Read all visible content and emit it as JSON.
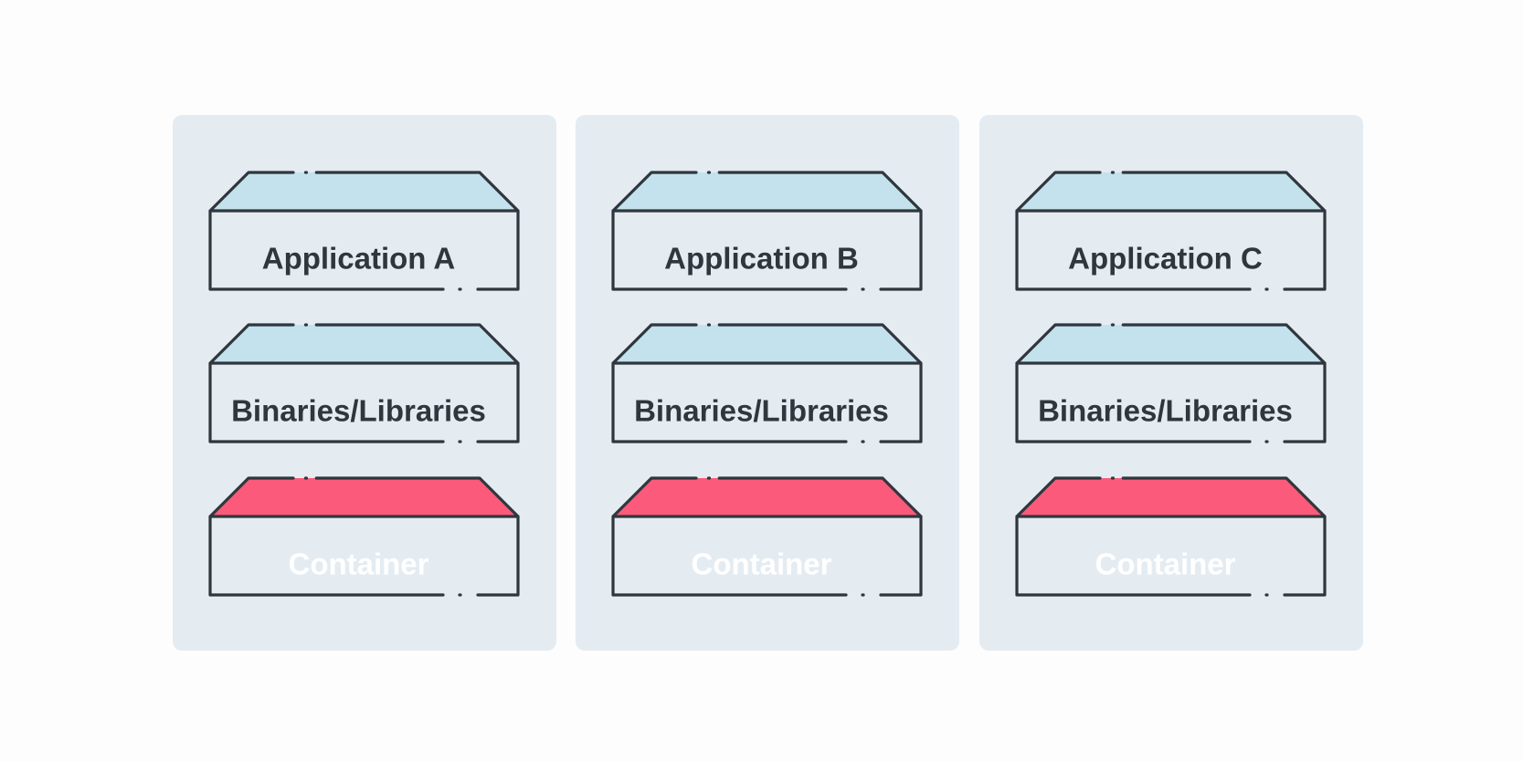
{
  "colors": {
    "background": "#fdfdfd",
    "panel": "#e4ecf2",
    "outline": "#2f373d",
    "light_top": "#c4e2ed",
    "light_band": "#ffffff",
    "light_body": "#d4eefb",
    "light_text": "#2f373d",
    "red_top": "#fb5a7a",
    "red_band": "#ff7896",
    "red_body": "#fb5a7a",
    "red_text": "#ffffff"
  },
  "stacks": [
    {
      "application": "Application A",
      "binaries": "Binaries/Libraries",
      "container": "Container"
    },
    {
      "application": "Application B",
      "binaries": "Binaries/Libraries",
      "container": "Container"
    },
    {
      "application": "Application C",
      "binaries": "Binaries/Libraries",
      "container": "Container"
    }
  ]
}
